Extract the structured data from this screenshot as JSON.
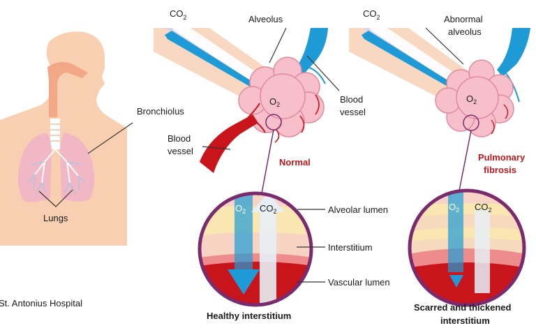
{
  "labels": {
    "co2_left": "CO",
    "co2_right": "CO",
    "o2": "O",
    "subscript": "2",
    "alveolus": "Alveolus",
    "abnormal_alveolus_1": "Abnormal",
    "abnormal_alveolus_2": "alveolus",
    "blood_vessel_1": "Blood",
    "blood_vessel_2": "vessel",
    "bronchiolus": "Bronchiolus",
    "lungs": "Lungs",
    "normal": "Normal",
    "pulmonary_1": "Pulmonary",
    "pulmonary_2": "fibrosis",
    "alveolar_lumen": "Alveolar lumen",
    "interstitium": "Interstitium",
    "vascular_lumen": "Vascular lumen",
    "healthy_interstitium": "Healthy interstitium",
    "scarred_1": "Scarred and thickened",
    "scarred_2": "interstitium",
    "credit": "St. Antonius Hospital"
  },
  "colors": {
    "skin": "#f9cfb2",
    "lung": "#f2b7c4",
    "alveolus": "#f6bfc9",
    "blood": "#c8141b",
    "vein": "#1e9bd6",
    "accent_red": "#c0161c",
    "ring": "#7a2b6e"
  }
}
